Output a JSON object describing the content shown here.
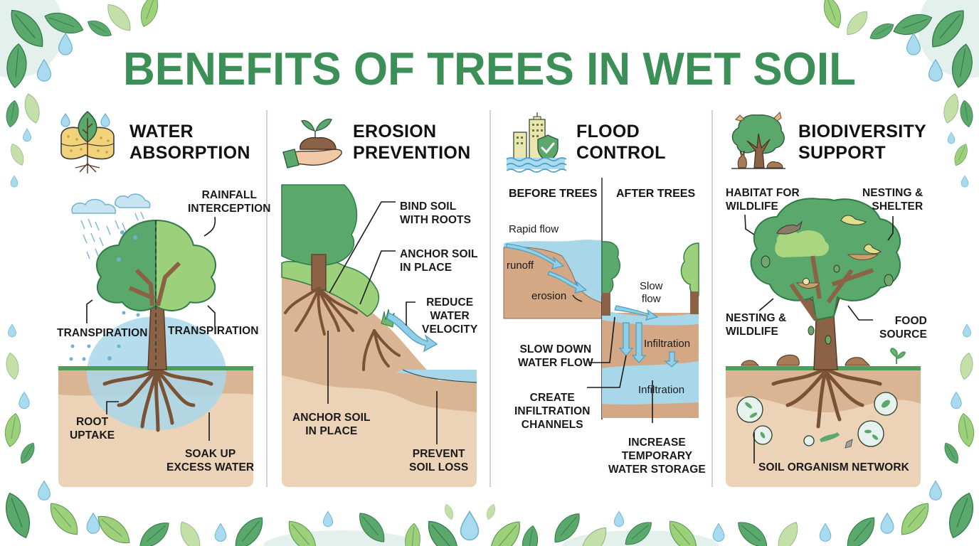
{
  "title": "BENEFITS OF TREES IN WET SOIL",
  "colors": {
    "title_green": "#3b8f57",
    "leaf_dark": "#5aa86c",
    "leaf_light": "#9cd07a",
    "leaf_pale": "#c4dfa8",
    "water_blue": "#9fd4ea",
    "soil_light": "#e8cfb3",
    "soil_dark": "#cfa888",
    "trunk_brown": "#8b6245",
    "grass_green": "#4c9e5a"
  },
  "panels": [
    {
      "id": "water-absorption",
      "icon": "sponge-sprout-icon",
      "title_lines": [
        "WATER",
        "ABSORPTION"
      ],
      "labels": {
        "rainfall": [
          "RAINFALL",
          "INTERCEPTION"
        ],
        "transpiration_left": "TRANSPIRATION",
        "transpiration_right": "TRANSPIRATION",
        "root_uptake": [
          "ROOT",
          "UPTAKE"
        ],
        "soak_up": [
          "SOAK UP",
          "EXCESS WATER"
        ]
      }
    },
    {
      "id": "erosion-prevention",
      "icon": "hand-soil-sprout-icon",
      "title_lines": [
        "EROSION",
        "PREVENTION"
      ],
      "labels": {
        "bind_soil": [
          "BIND SOIL",
          "WITH ROOTS"
        ],
        "anchor_top": [
          "ANCHOR SOIL",
          "IN PLACE"
        ],
        "reduce_velocity": [
          "REDUCE",
          "WATER",
          "VELOCITY"
        ],
        "anchor_bottom": [
          "ANCHOR SOIL",
          "IN PLACE"
        ],
        "prevent_loss": [
          "PREVENT",
          "SOIL LOSS"
        ]
      }
    },
    {
      "id": "flood-control",
      "icon": "city-shield-flood-icon",
      "title_lines": [
        "FLOOD",
        "CONTROL"
      ],
      "subheads": {
        "before": "BEFORE TREES",
        "after": "AFTER TREES"
      },
      "notes": {
        "rapid_flow": "Rapid flow",
        "runoff": "runoff",
        "erosion": "erosion",
        "slow_flow": [
          "Slow",
          "flow"
        ],
        "infiltration_1": "Infiltration",
        "infiltration_2": "Infiltration"
      },
      "labels": {
        "slow_down": [
          "SLOW DOWN",
          "WATER FLOW"
        ],
        "channels": [
          "CREATE",
          "INFILTRATION",
          "CHANNELS"
        ],
        "storage": [
          "INCREASE",
          "TEMPORARY",
          "WATER STORAGE"
        ]
      }
    },
    {
      "id": "biodiversity-support",
      "icon": "tree-animals-icon",
      "title_lines": [
        "BIODIVERSITY",
        "SUPPORT"
      ],
      "labels": {
        "habitat": [
          "HABITAT FOR",
          "WILDLIFE"
        ],
        "nesting_shelter": [
          "NESTING &",
          "SHELTER"
        ],
        "nesting_wildlife": [
          "NESTING &",
          "WILDLIFE"
        ],
        "food_source": [
          "FOOD",
          "SOURCE"
        ],
        "soil_network": "SOIL ORGANISM NETWORK"
      }
    }
  ]
}
